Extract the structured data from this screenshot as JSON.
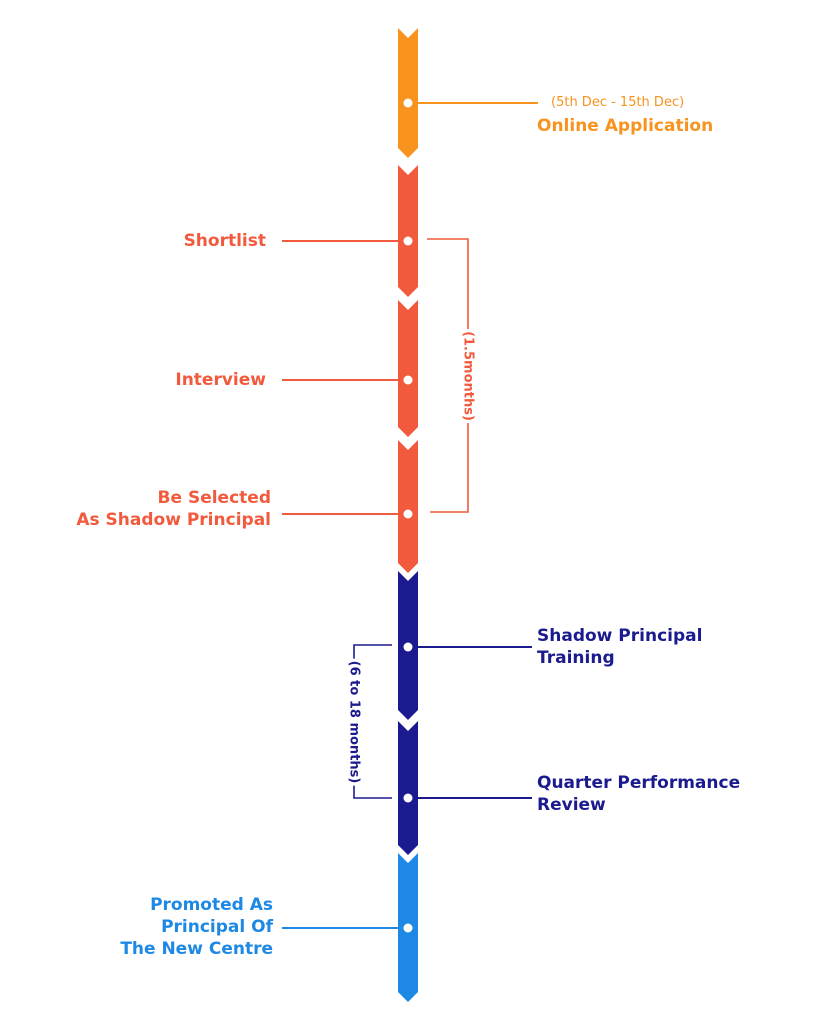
{
  "colors": {
    "orange": "#F7931E",
    "red": "#F15A3C",
    "navy": "#1B1B8F",
    "blue": "#1E88E5"
  },
  "steps": [
    {
      "id": "online-application",
      "color": "orange",
      "date_range": "(5th Dec - 15th Dec)",
      "lines": [
        "Online Application"
      ]
    },
    {
      "id": "shortlist",
      "color": "red",
      "lines": [
        "Shortlist"
      ]
    },
    {
      "id": "interview",
      "color": "red",
      "lines": [
        "Interview"
      ]
    },
    {
      "id": "be-selected",
      "color": "red",
      "lines": [
        "Be Selected",
        "As Shadow Principal"
      ]
    },
    {
      "id": "shadow-training",
      "color": "navy",
      "lines": [
        "Shadow Principal",
        "Training"
      ]
    },
    {
      "id": "quarter-review",
      "color": "navy",
      "lines": [
        "Quarter Performance",
        "Review"
      ]
    },
    {
      "id": "promoted",
      "color": "blue",
      "lines": [
        "Promoted As",
        "Principal Of",
        "The New Centre"
      ]
    }
  ],
  "durations": {
    "selection": "(1.5months)",
    "training": "(6 to 18 months)"
  }
}
